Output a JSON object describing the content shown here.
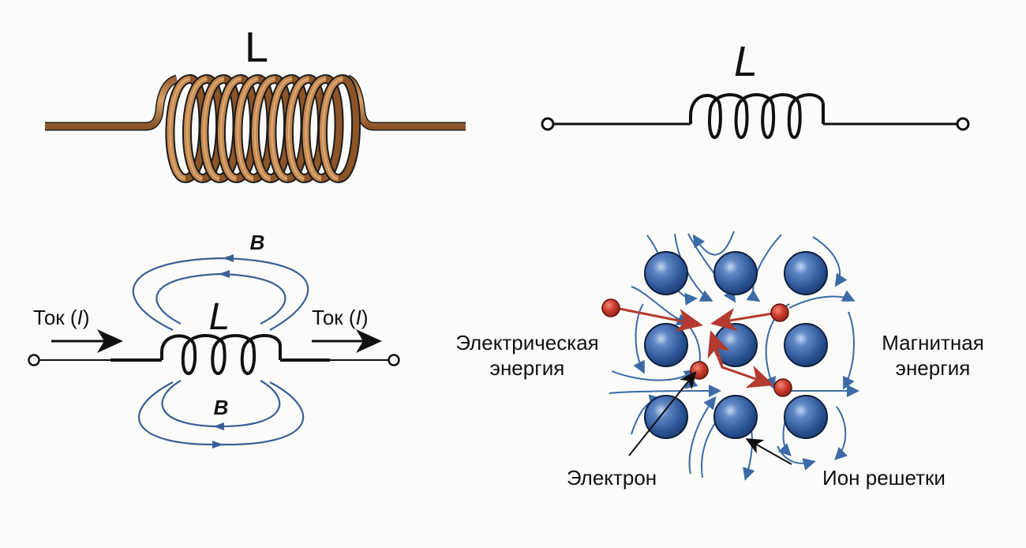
{
  "panels": {
    "physical_coil": {
      "label": "L",
      "turns": 10,
      "colors": {
        "wire": "#b77a45",
        "wire_highlight": "#d9a36b",
        "outline": "#1a1a1a"
      }
    },
    "schematic_symbol": {
      "label": "L",
      "loops": 4,
      "colors": {
        "line": "#111111"
      }
    },
    "field_diagram": {
      "label": "L",
      "current_in_label_prefix": "Ток (",
      "current_symbol": "I",
      "current_in_label_suffix": ")",
      "current_out_label_prefix": "Ток (",
      "current_out_label_suffix": ")",
      "field_label_top": "B",
      "field_label_bottom": "B",
      "loops": 3,
      "colors": {
        "field": "#3b5f95",
        "line": "#111111"
      }
    },
    "lattice_diagram": {
      "left_label_line1": "Электрическая",
      "left_label_line2": "энергия",
      "right_label_line1": "Магнитная",
      "right_label_line2": "энергия",
      "electron_label": "Электрон",
      "ion_label": "Ион решетки",
      "grid_rows": 3,
      "grid_cols": 3,
      "colors": {
        "ion": "#2c5597",
        "ion_highlight": "#a9c4e8",
        "electron": "#c0392b",
        "field": "#3b6aa6",
        "path": "#b23a2e"
      }
    }
  }
}
